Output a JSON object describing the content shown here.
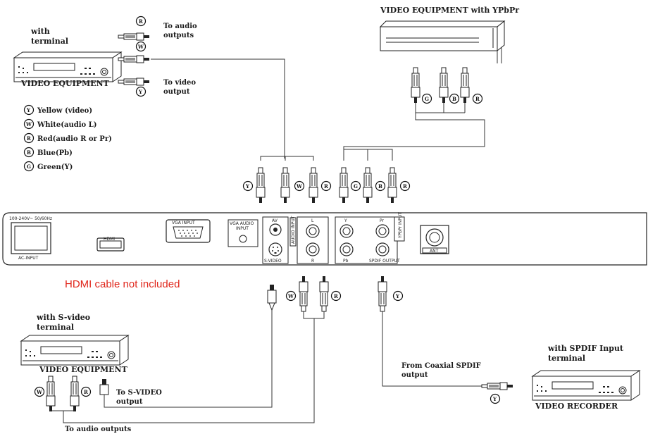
{
  "labels": {
    "with": "with",
    "terminal": "terminal",
    "video_equipment": "VIDEO EQUIPMENT",
    "to_audio": "To audio",
    "outputs": "outputs",
    "to_video": "To video",
    "output": "output",
    "video_equipment_ypbpr": "VIDEO EQUIPMENT with YPbPr",
    "hdmi_note": "HDMI cable not included",
    "with_svideo": "with S-video",
    "to_svideo": "To S-VIDEO",
    "to_audio_outputs": "To audio outputs",
    "from_coaxial": "From Coaxial SPDIF",
    "with_spdif": "with SPDIF Input",
    "video_recorder": "VIDEO RECORDER"
  },
  "legend": [
    "Yellow (video)",
    "White(audio L)",
    "Red(audio R or Pr)",
    "Blue(Pb)",
    "Green(Y)"
  ],
  "letters": {
    "Y": "Y",
    "W": "W",
    "R": "R",
    "B": "B",
    "G": "G"
  },
  "panel": {
    "ac_voltage": "100-240V~ 50/60Hz",
    "ac_input": "AC-INPUT",
    "hdmi": "HDMI",
    "vga_input": "VGA INPUT",
    "vga_audio": "VGA AUDIO",
    "input": "INPUT",
    "av": "AV",
    "s_video": "S-VIDEO",
    "audio_input": "AUDIO INPUT",
    "l": "L",
    "r": "R",
    "y": "Y",
    "pr": "Pr",
    "pb": "Pb",
    "spdif_output": "SPDIF OUTPUT",
    "ypbpr_input": "YPbPr INPUT",
    "ant": "ANT"
  },
  "colors": {
    "note_red": "#e0261b",
    "line": "#222222"
  }
}
